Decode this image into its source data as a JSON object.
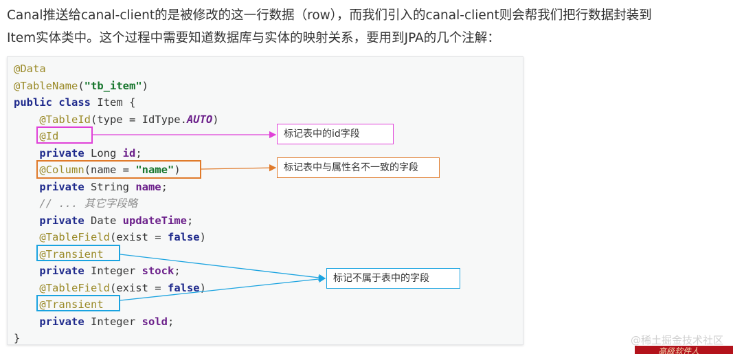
{
  "intro": {
    "line1": "Canal推送给canal-client的是被修改的这一行数据（row），而我们引入的canal-client则会帮我们把行数据封装到",
    "line2": "Item实体类中。这个过程中需要知道数据库与实体的映射关系，要用到JPA的几个注解："
  },
  "code": [
    [
      [
        "ann",
        "@Data"
      ]
    ],
    [
      [
        "ann",
        "@TableName"
      ],
      [
        "",
        "("
      ],
      [
        "str",
        "\"tb_item\""
      ],
      [
        "",
        ")"
      ]
    ],
    [
      [
        "kw",
        "public class "
      ],
      [
        "",
        "Item {"
      ]
    ],
    [
      [
        "",
        "    "
      ],
      [
        "ann",
        "@TableId"
      ],
      [
        "",
        "(type = IdType."
      ],
      [
        "const",
        "AUTO"
      ],
      [
        "",
        ")"
      ]
    ],
    [
      [
        "",
        "    "
      ],
      [
        "ann",
        "@Id"
      ]
    ],
    [
      [
        "",
        "    "
      ],
      [
        "kw",
        "private "
      ],
      [
        "",
        "Long "
      ],
      [
        "fld",
        "id"
      ],
      [
        "",
        ";"
      ]
    ],
    [
      [
        "",
        "    "
      ],
      [
        "ann",
        "@Column"
      ],
      [
        "",
        "(name = "
      ],
      [
        "str",
        "\"name\""
      ],
      [
        "",
        ")"
      ]
    ],
    [
      [
        "",
        "    "
      ],
      [
        "kw",
        "private "
      ],
      [
        "",
        "String "
      ],
      [
        "fld",
        "name"
      ],
      [
        "",
        ";"
      ]
    ],
    [
      [
        "",
        "    "
      ],
      [
        "cmt",
        "// ... 其它字段略"
      ]
    ],
    [
      [
        "",
        "    "
      ],
      [
        "kw",
        "private "
      ],
      [
        "",
        "Date "
      ],
      [
        "fld",
        "updateTime"
      ],
      [
        "",
        ";"
      ]
    ],
    [
      [
        "",
        "    "
      ],
      [
        "ann",
        "@TableField"
      ],
      [
        "",
        "(exist = "
      ],
      [
        "kw",
        "false"
      ],
      [
        "",
        ")"
      ]
    ],
    [
      [
        "",
        "    "
      ],
      [
        "ann",
        "@Transient"
      ]
    ],
    [
      [
        "",
        "    "
      ],
      [
        "kw",
        "private "
      ],
      [
        "",
        "Integer "
      ],
      [
        "fld",
        "stock"
      ],
      [
        "",
        ";"
      ]
    ],
    [
      [
        "",
        "    "
      ],
      [
        "ann",
        "@TableField"
      ],
      [
        "",
        "(exist = "
      ],
      [
        "kw",
        "false"
      ],
      [
        "",
        ")"
      ]
    ],
    [
      [
        "",
        "    "
      ],
      [
        "ann",
        "@Transient"
      ]
    ],
    [
      [
        "",
        "    "
      ],
      [
        "kw",
        "private "
      ],
      [
        "",
        "Integer "
      ],
      [
        "fld",
        "sold"
      ],
      [
        "",
        ";"
      ]
    ],
    [
      [
        "",
        "}"
      ]
    ]
  ],
  "callouts": {
    "id_note": "标记表中的id字段",
    "column_note": "标记表中与属性名不一致的字段",
    "transient_note": "标记不属于表中的字段"
  },
  "colors": {
    "pink": "#e040d8",
    "orange": "#e07a2a",
    "blue": "#1aa3e0"
  },
  "watermark": "@稀土掘金技术社区",
  "corner_banner": "高级软件人"
}
